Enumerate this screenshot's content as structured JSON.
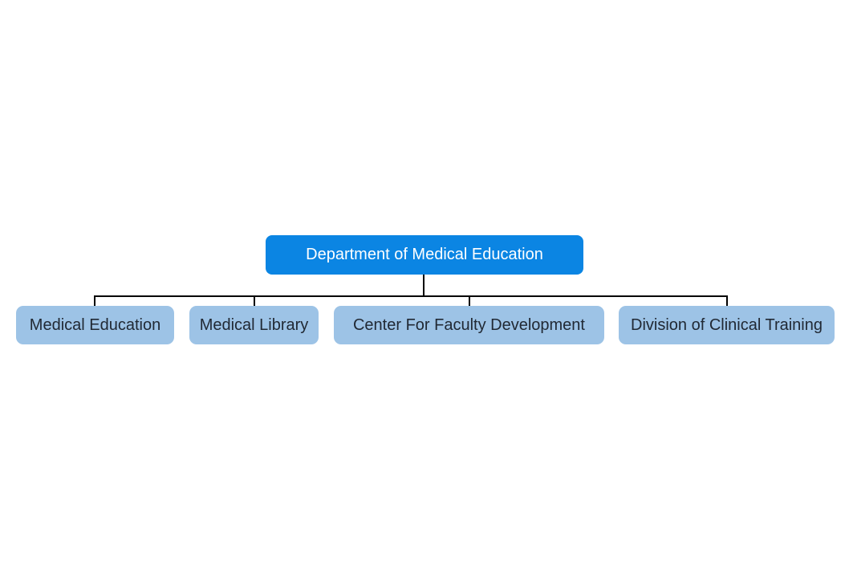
{
  "diagram": {
    "type": "org-chart",
    "root": {
      "label": "Department of Medical Education"
    },
    "children": [
      {
        "label": "Medical Education"
      },
      {
        "label": "Medical Library"
      },
      {
        "label": "Center For Faculty Development"
      },
      {
        "label": "Division of Clinical Training"
      }
    ],
    "colors": {
      "background": "#ffffff",
      "root_fill": "#0b85e3",
      "root_text": "#ffffff",
      "child_fill": "#9dc3e6",
      "child_text": "#212934",
      "connector": "#000000"
    }
  }
}
